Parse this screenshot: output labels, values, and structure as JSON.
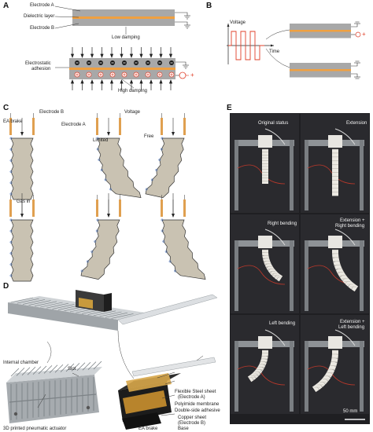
{
  "panels": {
    "a": {
      "label": "A",
      "electrode_a": "Electrode A",
      "dielectric": "Dielectric layer",
      "electrode_b": "Electrode B",
      "low_damping": "Low damping",
      "electrostatic_1": "Electrostatic",
      "electrostatic_2": "adhesion",
      "high_damping": "High damping",
      "plus": "+",
      "minus": "−"
    },
    "b": {
      "label": "B",
      "voltage": "Voltage",
      "time": "Time",
      "plus": "+"
    },
    "c": {
      "label": "C",
      "ea_brake": "EA brake",
      "electrode_b": "Electrode B",
      "electrode_a": "Electrode A",
      "voltage": "Voltage",
      "limited": "Limited",
      "free": "Free",
      "gas_in": "Gas in"
    },
    "d": {
      "label": "D",
      "internal_chamber": "Internal chamber",
      "slot": "Slot",
      "printed": "3D printed pneumatic actuator",
      "flex_1": "Flexible Steel sheet",
      "flex_2": "(Electrode A)",
      "polyimide": "Polyimide membrane",
      "adhesive": "Double-side adhesive",
      "copper_1": "Copper sheet",
      "copper_2": "(Electrode B)",
      "base": "Base",
      "ea_brake": "EA brake"
    },
    "e": {
      "label": "E",
      "original": "Original status",
      "extension": "Extension",
      "right_bending": "Right bending",
      "ext_right_1": "Extension +",
      "ext_right_2": "Right bending",
      "left_bending": "Left bending",
      "ext_left_1": "Extension +",
      "ext_left_2": "Left bending",
      "scale": "50 mm"
    }
  },
  "colors": {
    "electrode": "#a8a8a8",
    "dielectric": "#f0a040",
    "actuator": "#c9c2b2",
    "wave": "#e0402a",
    "photo_bg": "#1f1f22"
  }
}
